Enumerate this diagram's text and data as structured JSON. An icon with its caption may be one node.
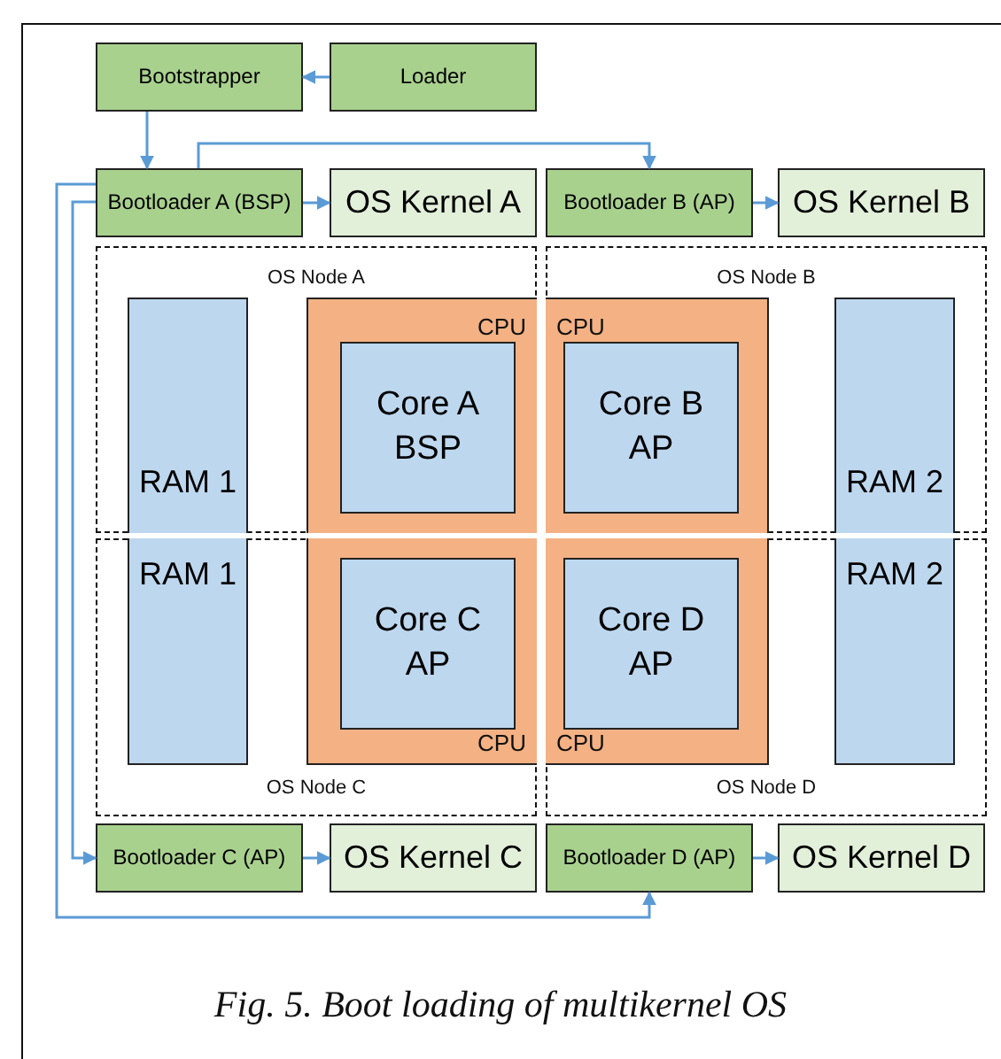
{
  "diagram": {
    "caption": "Fig. 5. Boot loading of multikernel OS",
    "nodes": [
      {
        "text": [
          "Bootstrapper"
        ]
      },
      {
        "text": [
          "Loader"
        ]
      },
      {
        "text": [
          "Bootloader A (BSP)"
        ]
      },
      {
        "text": [
          "OS Kernel A"
        ]
      },
      {
        "text": [
          "Bootloader B (AP)"
        ]
      },
      {
        "text": [
          "OS Kernel B"
        ]
      },
      {
        "text": [
          "OS Node A"
        ]
      },
      {
        "text": [
          "RAM 1"
        ],
        "in": 6
      },
      {
        "text": [
          "CPU"
        ],
        "in": 6
      },
      {
        "text": [
          "Core A BSP"
        ],
        "in": 8
      },
      {
        "text": [
          "OS Node B"
        ]
      },
      {
        "text": [
          "CPU"
        ],
        "in": 10
      },
      {
        "text": [
          "Core B AP"
        ],
        "in": 11
      },
      {
        "text": [
          "RAM 2"
        ],
        "in": 10
      },
      {
        "text": [
          "OS Node C"
        ]
      },
      {
        "text": [
          "RAM 1"
        ],
        "in": 14
      },
      {
        "text": [
          "CPU"
        ],
        "in": 14
      },
      {
        "text": [
          "Core C AP"
        ],
        "in": 16
      },
      {
        "text": [
          "OS Node D"
        ]
      },
      {
        "text": [
          "CPU"
        ],
        "in": 18
      },
      {
        "text": [
          "Core D AP"
        ],
        "in": 19
      },
      {
        "text": [
          "RAM 2"
        ],
        "in": 18
      },
      {
        "text": [
          "Bootloader C (AP)"
        ]
      },
      {
        "text": [
          "OS Kernel C"
        ]
      },
      {
        "text": [
          "Bootloader D (AP)"
        ]
      },
      {
        "text": [
          "OS Kernel D"
        ]
      }
    ],
    "edges": [
      {
        "from": 1,
        "to": 0,
        "arrow": "to"
      },
      {
        "from": 0,
        "to": 2,
        "arrow": "to"
      },
      {
        "from": 2,
        "to": 3,
        "arrow": "to"
      },
      {
        "from": 2,
        "to": 4,
        "arrow": "to"
      },
      {
        "from": 4,
        "to": 5,
        "arrow": "to"
      },
      {
        "from": 2,
        "to": 22,
        "arrow": "to"
      },
      {
        "from": 2,
        "to": 24,
        "arrow": "to"
      },
      {
        "from": 22,
        "to": 23,
        "arrow": "to"
      },
      {
        "from": 24,
        "to": 25,
        "arrow": "to"
      }
    ]
  }
}
